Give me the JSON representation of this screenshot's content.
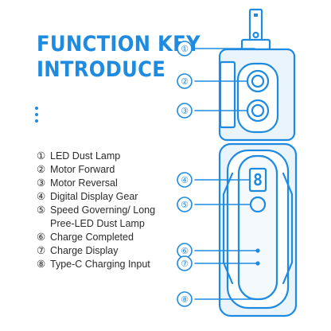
{
  "title": {
    "line1": "FUNCTION KEY",
    "line2": "INTRODUCE"
  },
  "callouts": [
    "①",
    "②",
    "③",
    "④",
    "⑤",
    "⑥",
    "⑦",
    "⑧"
  ],
  "legend": [
    {
      "num": "①",
      "text": "LED Dust Lamp"
    },
    {
      "num": "②",
      "text": "Motor Forward"
    },
    {
      "num": "③",
      "text": "Motor Reversal"
    },
    {
      "num": "④",
      "text": "Digital Display Gear"
    },
    {
      "num": "⑤",
      "text": "Speed Governing/ Long\nPree-LED Dust Lamp"
    },
    {
      "num": "⑥",
      "text": "Charge Completed"
    },
    {
      "num": "⑦",
      "text": "Charge Display"
    },
    {
      "num": "⑧",
      "text": "Type-C Charging Input"
    }
  ],
  "display_digit": "8",
  "colors": {
    "accent": "#1e8be0",
    "body_fill": "#e9f4fd",
    "text": "#2b2b2b"
  },
  "icons": {
    "display": "seven-segment-digit",
    "dots": "vertical-ellipsis"
  }
}
